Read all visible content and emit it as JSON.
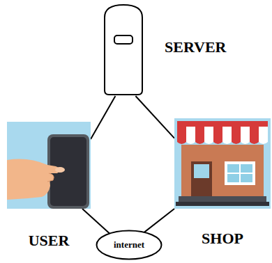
{
  "diagram": {
    "nodes": [
      {
        "text": [
          "SERVER"
        ]
      },
      {
        "text": [
          "USER"
        ]
      },
      {
        "text": [
          "SHOP"
        ]
      },
      {
        "text": [
          "internet"
        ]
      }
    ],
    "edges": [
      {
        "from": 0,
        "to": 1,
        "arrow": "none"
      },
      {
        "from": 0,
        "to": 2,
        "arrow": "none"
      },
      {
        "from": 1,
        "to": 3,
        "arrow": "none"
      },
      {
        "from": 2,
        "to": 3,
        "arrow": "none"
      }
    ]
  }
}
